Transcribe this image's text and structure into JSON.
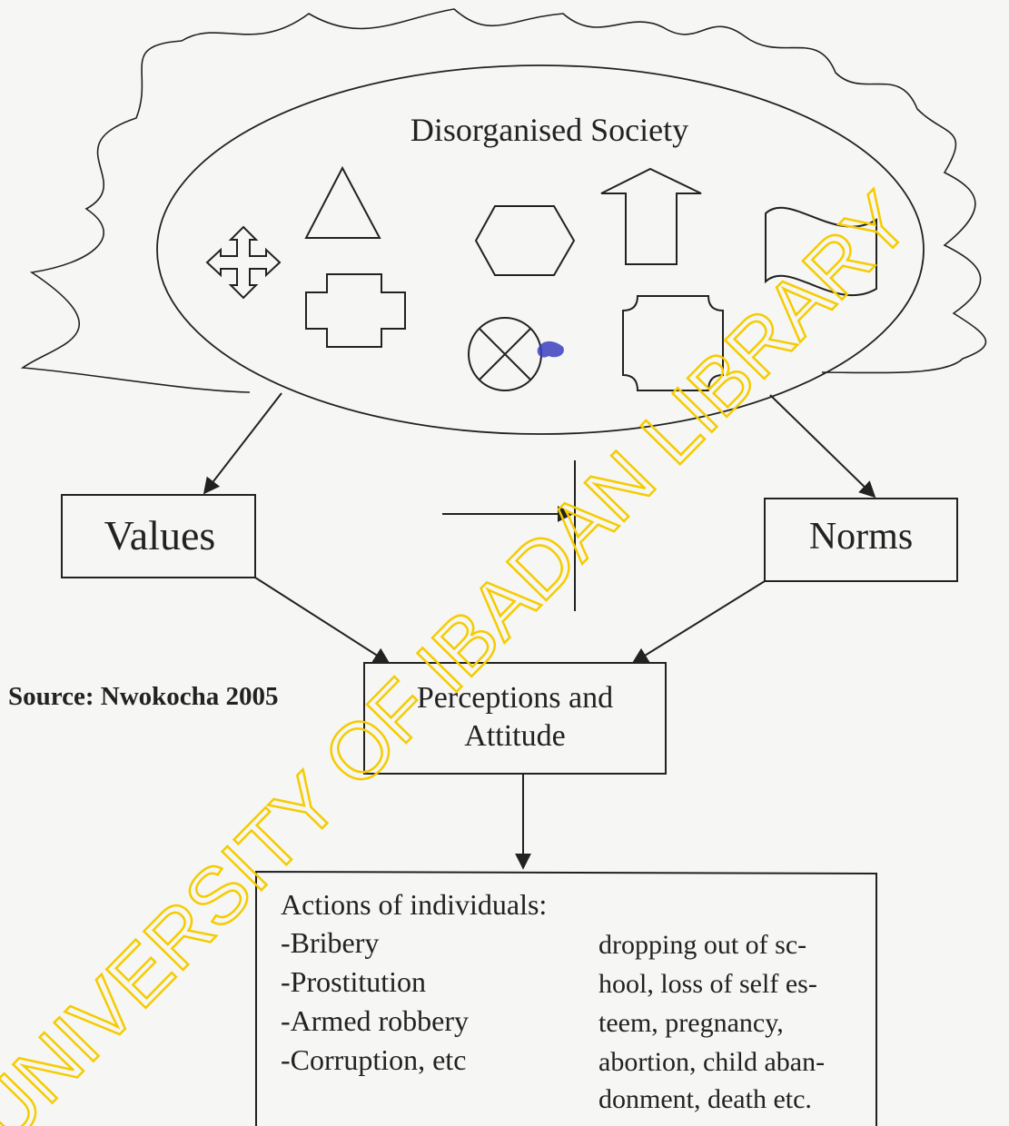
{
  "diagram": {
    "title": "Disorganised Society",
    "values_label": "Values",
    "norms_label": "Norms",
    "perceptions_line1": "Perceptions and",
    "perceptions_line2": "Attitude",
    "source": "Source: Nwokocha 2005",
    "actions": {
      "heading": "Actions of individuals:",
      "left_items": [
        "-Bribery",
        "-Prostitution",
        "-Armed robbery",
        "-Corruption, etc"
      ],
      "right_lines": [
        "dropping out of sc-",
        "hool, loss of self es-",
        "teem, pregnancy,",
        "abortion, child aban-",
        "donment, death etc."
      ]
    },
    "watermark": "UNIVERSITY OF IBADAN LIBRARY",
    "colors": {
      "watermark": "#f5cc00",
      "ink": "#222222",
      "background": "#f6f6f4",
      "blot": "#3b3fc0"
    },
    "shape_icons": [
      "four-way-arrow-icon",
      "triangle-icon",
      "hexagon-icon",
      "up-arrow-icon",
      "wave-flag-icon",
      "cross-shape-icon",
      "crossed-circle-icon",
      "notched-square-icon"
    ]
  }
}
